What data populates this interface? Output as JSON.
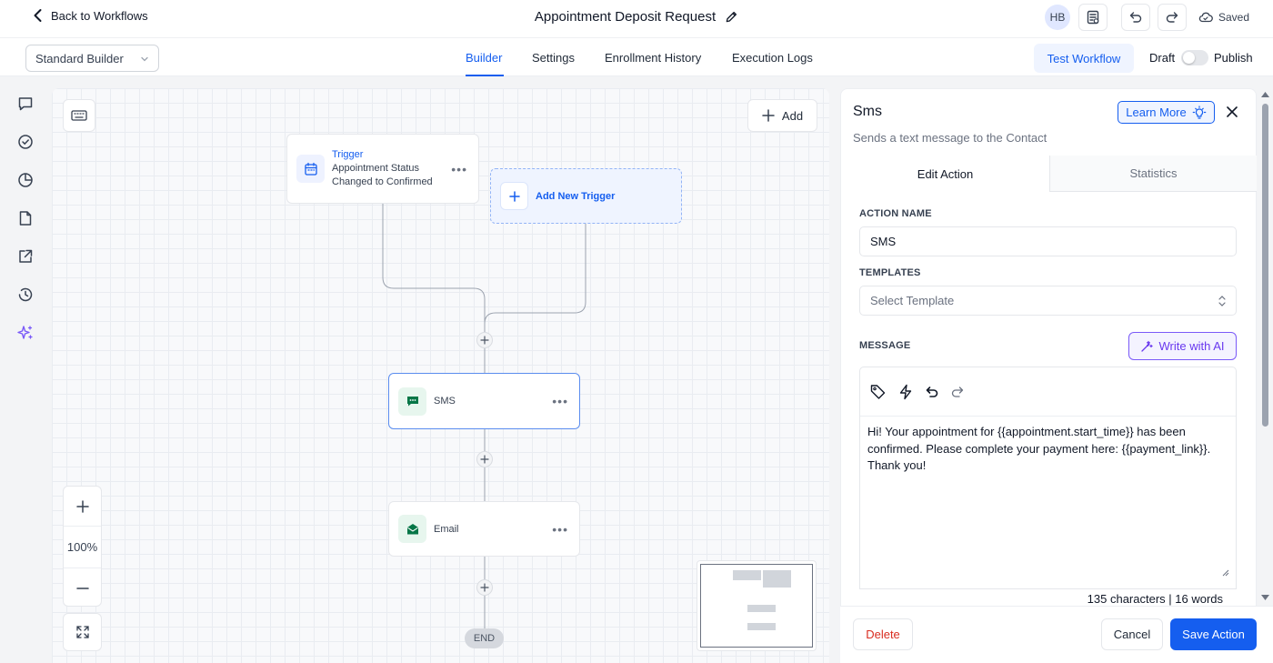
{
  "header": {
    "back_label": "Back to Workflows",
    "workflow_title": "Appointment Deposit Request",
    "avatar_initials": "HB",
    "save_status": "Saved"
  },
  "subbar": {
    "builder_select_value": "Standard Builder",
    "tabs": [
      {
        "label": "Builder",
        "active": true
      },
      {
        "label": "Settings",
        "active": false
      },
      {
        "label": "Enrollment History",
        "active": false
      },
      {
        "label": "Execution Logs",
        "active": false
      }
    ],
    "test_workflow_label": "Test Workflow",
    "draft_label": "Draft",
    "publish_label": "Publish",
    "publish_toggle_on": false
  },
  "canvas": {
    "add_label": "Add",
    "trigger_node": {
      "kind": "Trigger",
      "line1": "Appointment Status",
      "line2": "Changed to Confirmed"
    },
    "add_trigger_label": "Add New Trigger",
    "actions": [
      {
        "label": "SMS",
        "icon": "message-icon"
      },
      {
        "label": "Email",
        "icon": "email-icon"
      }
    ],
    "end_label": "END",
    "zoom_level": "100%"
  },
  "panel": {
    "title": "Sms",
    "subtitle": "Sends a text message to the Contact",
    "learn_more_label": "Learn More",
    "tabs": [
      {
        "label": "Edit Action",
        "active": true
      },
      {
        "label": "Statistics",
        "active": false
      }
    ],
    "action_name_label": "ACTION NAME",
    "action_name_value": "SMS",
    "templates_label": "TEMPLATES",
    "templates_placeholder": "Select Template",
    "message_label": "MESSAGE",
    "write_ai_label": "Write with AI",
    "message_text": "Hi! Your appointment for {{appointment.start_time}} has been confirmed. Please complete your payment here: {{payment_link}}. Thank you!",
    "counter": "135 characters | 16 words",
    "delete_label": "Delete",
    "cancel_label": "Cancel",
    "save_label": "Save Action"
  },
  "colors": {
    "accent": "#155eef",
    "ai_purple": "#6938ef",
    "danger": "#d92d20",
    "sms_green": "#067647"
  }
}
